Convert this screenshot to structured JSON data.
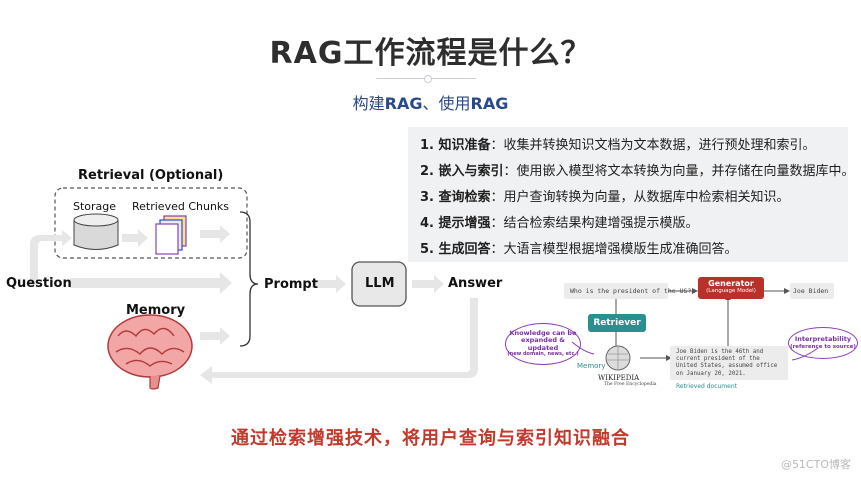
{
  "header": {
    "title": "RAG工作流程是什么？",
    "subtitle_pre": "构建",
    "subtitle_rag1": "RAG",
    "subtitle_mid": "、使用",
    "subtitle_rag2": "RAG"
  },
  "steps": [
    {
      "key": "1. 知识准备",
      "text": "：收集并转换知识文档为文本数据，进行预处理和索引。"
    },
    {
      "key": "2. 嵌入与索引",
      "text": "：使用嵌入模型将文本转换为向量，并存储在向量数据库中。"
    },
    {
      "key": "3. 查询检索",
      "text": "：用户查询转换为向量，从数据库中检索相关知识。"
    },
    {
      "key": "4. 提示增强",
      "text": "：结合检索结果构建增强提示模版。"
    },
    {
      "key": "5. 生成回答",
      "text": "：大语言模型根据增强模版生成准确回答。"
    }
  ],
  "flow": {
    "retrieval_title": "Retrieval (Optional)",
    "storage": "Storage",
    "chunks": "Retrieved Chunks",
    "question": "Question",
    "memory": "Memory",
    "prompt": "Prompt",
    "llm": "LLM",
    "answer": "Answer"
  },
  "mini": {
    "query": "Who is the president of the US?",
    "generator": "Generator",
    "generator_sub": "(Language Model)",
    "answer": "Joe Biden",
    "retriever": "Retriever",
    "knowledge": "Knowledge can be expanded & updated",
    "knowledge_sub": "(new domain, news, etc.)",
    "memory": "Memory",
    "wikipedia": "WIKIPEDIA",
    "wikipedia_sub": "The Free Encyclopedia",
    "doc": "Joe Biden is the 46th and current president of the United States, assumed office on January 20, 2021.",
    "retrieved_doc": "Retrieved document",
    "interpretability": "Interpretability",
    "interpretability_sub": "(reference to source)"
  },
  "footer": "通过检索增强技术，将用户查询与索引知识融合",
  "watermark": "@51CTO博客",
  "colors": {
    "title": "#2e2e2e",
    "subtitle": "#2a4b8a",
    "footer": "#c3392b",
    "generator": "#b8322b",
    "retriever": "#2a8f8f",
    "bubble": "#8b3fb8"
  }
}
